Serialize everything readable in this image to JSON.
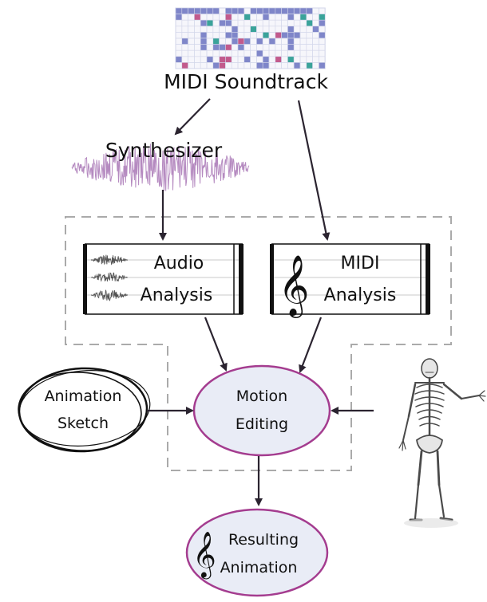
{
  "nodes": {
    "midi_soundtrack": "MIDI Soundtrack",
    "synthesizer": "Synthesizer",
    "audio_analysis": [
      "Audio",
      "Analysis"
    ],
    "midi_analysis": [
      "MIDI",
      "Analysis"
    ],
    "motion_editing": [
      "Motion",
      "Editing"
    ],
    "animation_sketch": [
      "Animation",
      "Sketch"
    ],
    "resulting_animation": [
      "Resulting",
      "Animation"
    ]
  },
  "icons": {
    "piano_roll": "piano-roll-icon",
    "waveform": "waveform-icon",
    "treble_clef": "treble-clef-icon",
    "skeleton": "skeleton-icon"
  },
  "colors": {
    "ellipse_fill": "#e9ecf6",
    "ellipse_stroke": "#a43c8f",
    "waveform": "#b58ac0",
    "arrow": "#2b2430",
    "dashed_box": "#aaaaaa",
    "piano_roll_blue": "#7f86c9",
    "piano_roll_pink": "#c25a8c",
    "piano_roll_teal": "#3aa39a"
  }
}
